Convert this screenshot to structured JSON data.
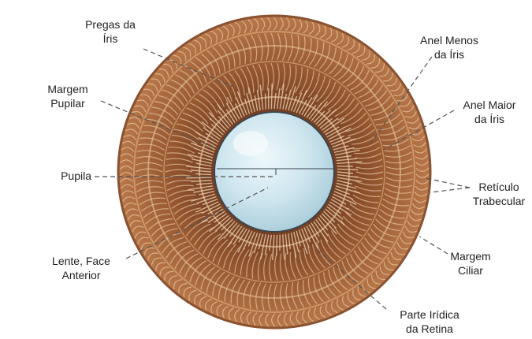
{
  "labels": {
    "iris_folds": [
      "Pregas da",
      "Íris"
    ],
    "pupillary_margin": [
      "Margem",
      "Pupilar"
    ],
    "pupil": "Pupila",
    "lens": [
      "Lente, Face",
      "Anterior"
    ],
    "lesser_ring": [
      "Anel Menos",
      "da Íris"
    ],
    "greater_ring": [
      "Anel Maior",
      "da Íris"
    ],
    "trabecular": [
      "Retículo",
      "Trabecular"
    ],
    "ciliary_margin": [
      "Margem",
      "Ciliar"
    ],
    "retina_iridial": [
      "Parte Irídica",
      "da Retina"
    ]
  },
  "colors": {
    "iris_outer": "#b8784a",
    "iris_mid": "#9a5a32",
    "iris_inner": "#6e3a1e",
    "fiber": "#f2d9b8",
    "pupil_fill": "#cfe6ef",
    "pupil_rim": "#3a4650",
    "leader": "#555555"
  }
}
